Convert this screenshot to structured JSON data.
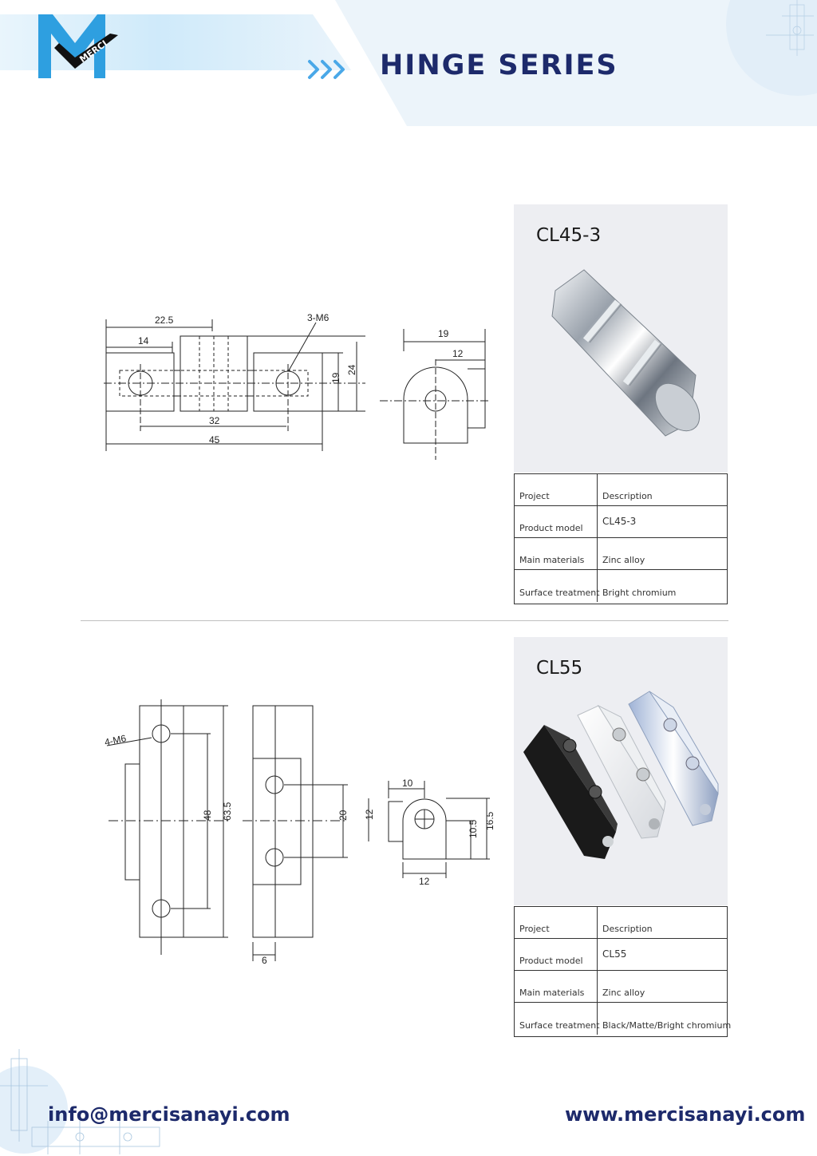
{
  "header": {
    "brand": "MERCI",
    "title": "HINGE SERIES",
    "colors": {
      "navy": "#1d2a6b",
      "light_blue": "#cbe8f8",
      "accent_blue": "#4aa8e8"
    }
  },
  "products": [
    {
      "model_title": "CL45-3",
      "drawing_labels": {
        "d_22_5": "22.5",
        "d_14": "14",
        "d_3m6": "3-M6",
        "d_19v": "19",
        "d_24": "24",
        "d_32": "32",
        "d_45": "45",
        "d_19h": "19",
        "d_12": "12"
      },
      "spec": {
        "header_left": "Project",
        "header_right": "Description",
        "model_label": "Product model",
        "model_value": "CL45-3",
        "materials_label": "Main materials",
        "materials_value": "Zinc alloy",
        "surface_label": "Surface treatment",
        "surface_value": "Bright chromium"
      }
    },
    {
      "model_title": "CL55",
      "drawing_labels": {
        "d_4m6": "4-M6",
        "d_48": "48",
        "d_63_5": "63.5",
        "d_20": "20",
        "d_6": "6",
        "d_10": "10",
        "d_12v": "12",
        "d_10_5": "10.5",
        "d_16_5": "16.5",
        "d_12h": "12"
      },
      "spec": {
        "header_left": "Project",
        "header_right": "Description",
        "model_label": "Product model",
        "model_value": "CL55",
        "materials_label": "Main materials",
        "materials_value": "Zinc alloy",
        "surface_label": "Surface treatment",
        "surface_value": "Black/Matte/Bright chromium"
      }
    }
  ],
  "footer": {
    "email": "info@mercisanayi.com",
    "website": "www.mercisanayi.com"
  }
}
